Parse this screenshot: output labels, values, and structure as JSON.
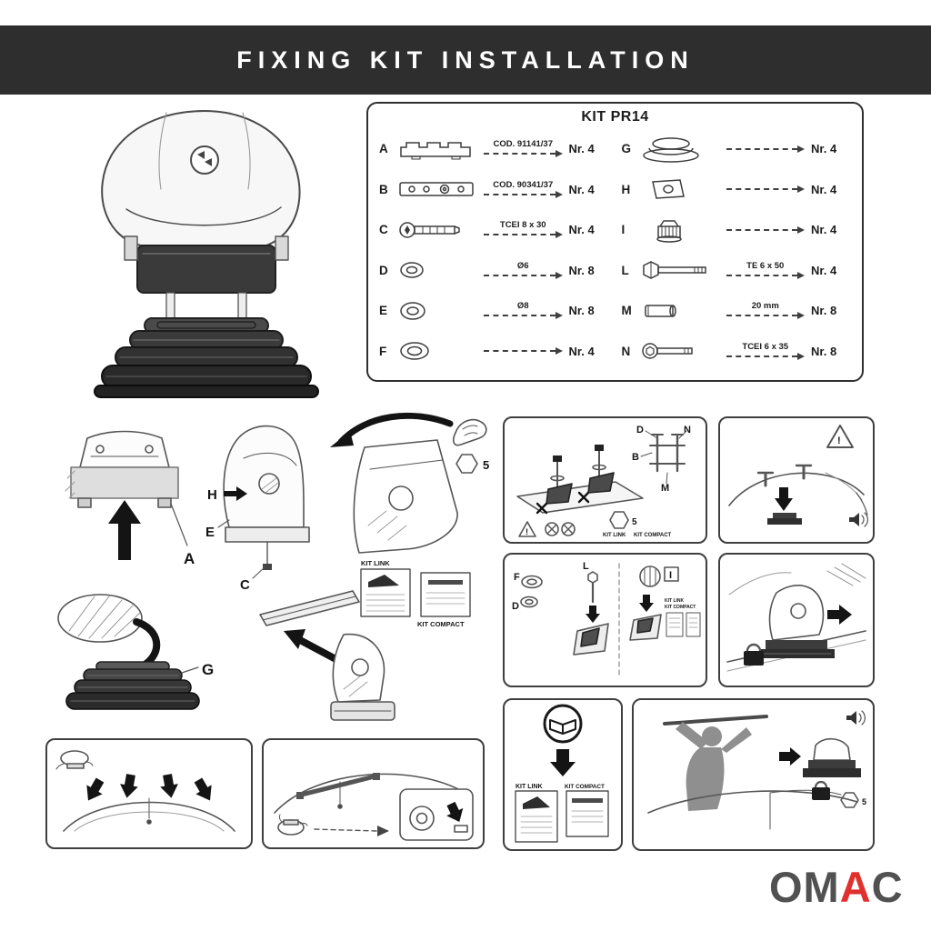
{
  "header": {
    "title": "FIXING KIT INSTALLATION"
  },
  "kit_box": {
    "title": "KIT PR14",
    "left_rows": [
      {
        "letter": "A",
        "code": "COD. 91141/37",
        "qty": "Nr. 4"
      },
      {
        "letter": "B",
        "code": "COD. 90341/37",
        "qty": "Nr. 4"
      },
      {
        "letter": "C",
        "code": "TCEI 8 x 30",
        "qty": "Nr. 4"
      },
      {
        "letter": "D",
        "code": "Ø6",
        "qty": "Nr. 8"
      },
      {
        "letter": "E",
        "code": "Ø8",
        "qty": "Nr. 8"
      },
      {
        "letter": "F",
        "code": "",
        "qty": "Nr. 4"
      }
    ],
    "right_rows": [
      {
        "letter": "G",
        "code": "",
        "qty": "Nr. 4"
      },
      {
        "letter": "H",
        "code": "",
        "qty": "Nr. 4"
      },
      {
        "letter": "I",
        "code": "",
        "qty": "Nr. 4"
      },
      {
        "letter": "L",
        "code": "TE 6 x 50",
        "qty": "Nr. 4"
      },
      {
        "letter": "M",
        "code": "20 mm",
        "qty": "Nr. 8"
      },
      {
        "letter": "N",
        "code": "TCEI 6 x 35",
        "qty": "Nr. 8"
      }
    ]
  },
  "labels": {
    "a": "A",
    "b": "B",
    "c": "C",
    "d": "D",
    "e": "E",
    "f": "F",
    "g": "G",
    "h": "H",
    "i": "I",
    "l": "L",
    "m": "M",
    "n": "N",
    "hex_size": "5",
    "warning": "!",
    "kit_link": "KIT LINK",
    "kit_compact": "KIT COMPACT"
  },
  "logo": {
    "om": "OM",
    "a": "A",
    "c": "C"
  },
  "colors": {
    "header_bg": "#2e2e2e",
    "accent_red": "#e0312e",
    "ink": "#3f3f3f"
  }
}
